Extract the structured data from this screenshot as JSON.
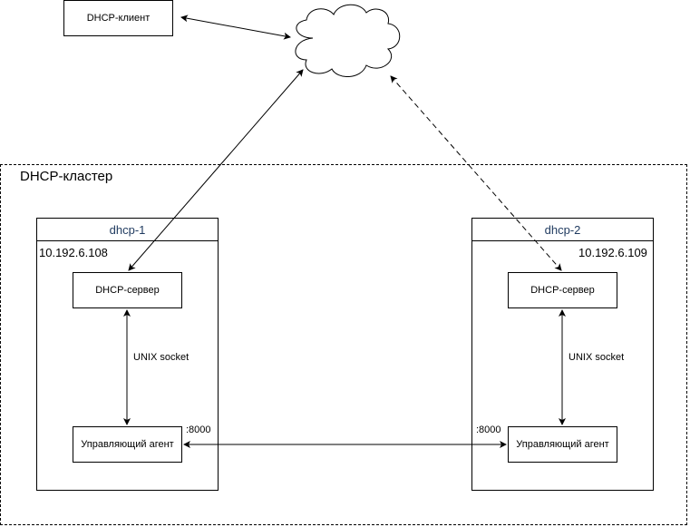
{
  "client": {
    "label": "DHCP-клиент"
  },
  "cluster": {
    "title": "DHCP-кластер",
    "nodes": [
      {
        "name": "dhcp-1",
        "ip": "10.192.6.108",
        "server": "DHCP-сервер",
        "socket_label": "UNIX socket",
        "agent": "Управляющий агент",
        "port": ":8000"
      },
      {
        "name": "dhcp-2",
        "ip": "10.192.6.109",
        "server": "DHCP-сервер",
        "socket_label": "UNIX socket",
        "agent": "Управляющий агент",
        "port": ":8000"
      }
    ]
  },
  "cloud": {
    "icon": "network-cloud-icon"
  },
  "links": [
    {
      "from": "client",
      "to": "cloud",
      "style": "solid",
      "arrows": "both"
    },
    {
      "from": "cloud",
      "to": "dhcp-1 server",
      "style": "solid",
      "arrows": "both"
    },
    {
      "from": "cloud",
      "to": "dhcp-2 server",
      "style": "dashed",
      "arrows": "both"
    },
    {
      "from": "server",
      "to": "agent",
      "style": "solid",
      "arrows": "both"
    },
    {
      "from": "dhcp-1 agent",
      "to": "dhcp-2 agent",
      "style": "solid",
      "arrows": "both"
    }
  ]
}
